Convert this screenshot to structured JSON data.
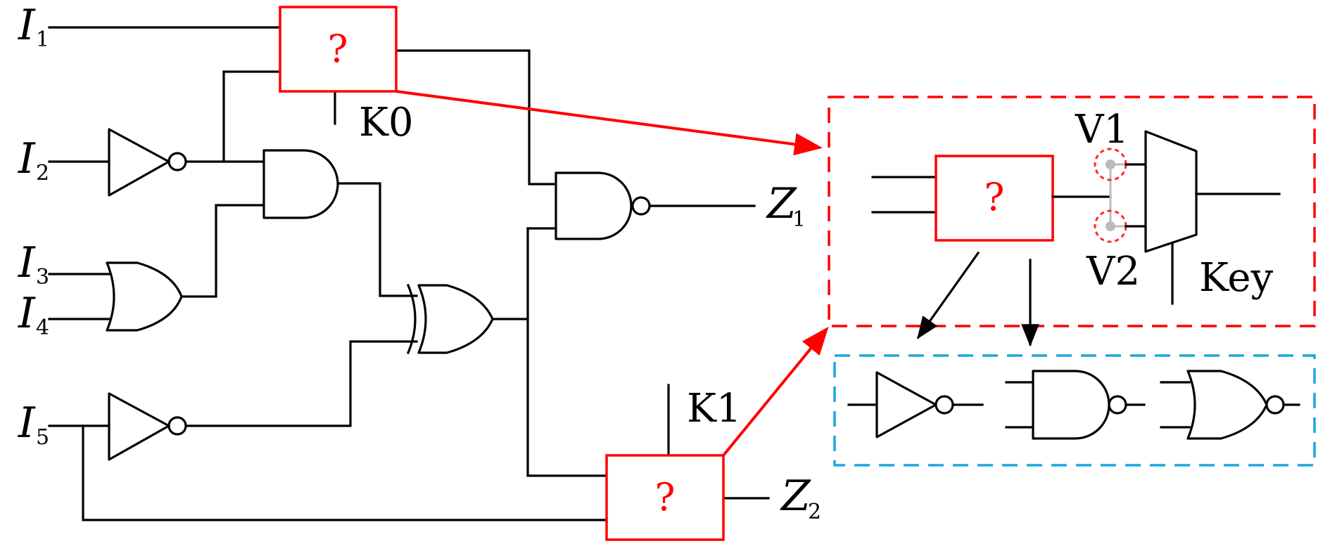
{
  "inputs": [
    {
      "letter": "I",
      "sub": "1"
    },
    {
      "letter": "I",
      "sub": "2"
    },
    {
      "letter": "I",
      "sub": "3"
    },
    {
      "letter": "I",
      "sub": "4"
    },
    {
      "letter": "I",
      "sub": "5"
    }
  ],
  "outputs": [
    {
      "letter": "Z",
      "sub": "1"
    },
    {
      "letter": "Z",
      "sub": "2"
    }
  ],
  "key_labels": {
    "k0": "K0",
    "k1": "K1"
  },
  "unknown_gate_symbol": "?",
  "detail_view": {
    "v1": "V1",
    "v2": "V2",
    "key": "Key"
  },
  "colors": {
    "locked_gate": "#ff0000",
    "detail_border": "#ff0000",
    "candidate_border": "#1aa7e0",
    "via_marker": "#bbbbbb"
  }
}
